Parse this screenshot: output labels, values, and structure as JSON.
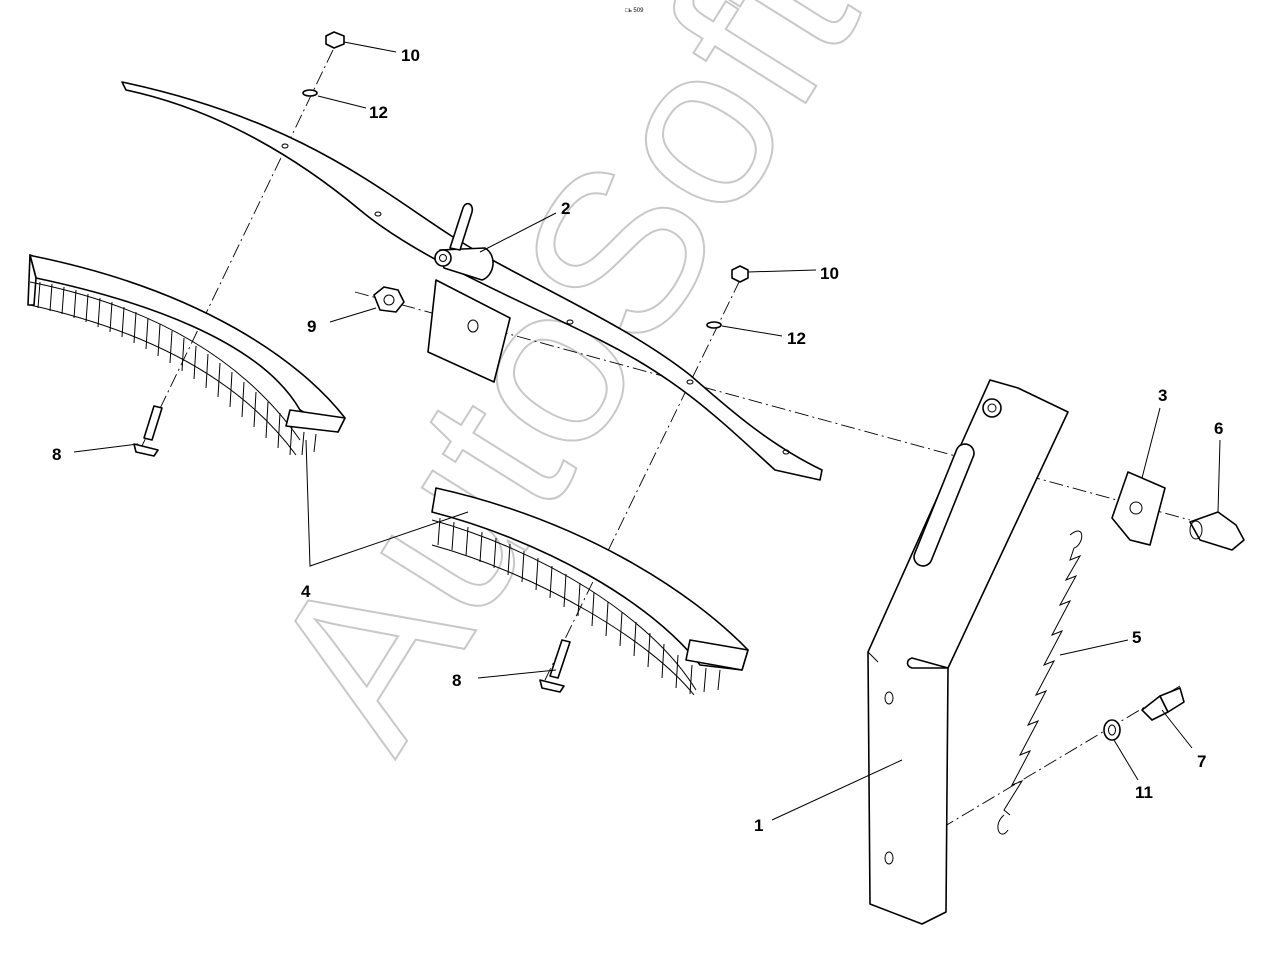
{
  "header": {
    "code": "□ь 509"
  },
  "watermark": {
    "text": "AutoSoft"
  },
  "callouts": [
    {
      "id": "c10a",
      "text": "10"
    },
    {
      "id": "c12a",
      "text": "12"
    },
    {
      "id": "c2",
      "text": "2"
    },
    {
      "id": "c10b",
      "text": "10"
    },
    {
      "id": "c9",
      "text": "9"
    },
    {
      "id": "c12b",
      "text": "12"
    },
    {
      "id": "c3",
      "text": "3"
    },
    {
      "id": "c6",
      "text": "6"
    },
    {
      "id": "c8a",
      "text": "8"
    },
    {
      "id": "c4",
      "text": "4"
    },
    {
      "id": "c5",
      "text": "5"
    },
    {
      "id": "c8b",
      "text": "8"
    },
    {
      "id": "c7",
      "text": "7"
    },
    {
      "id": "c11",
      "text": "11"
    },
    {
      "id": "c1",
      "text": "1"
    }
  ]
}
